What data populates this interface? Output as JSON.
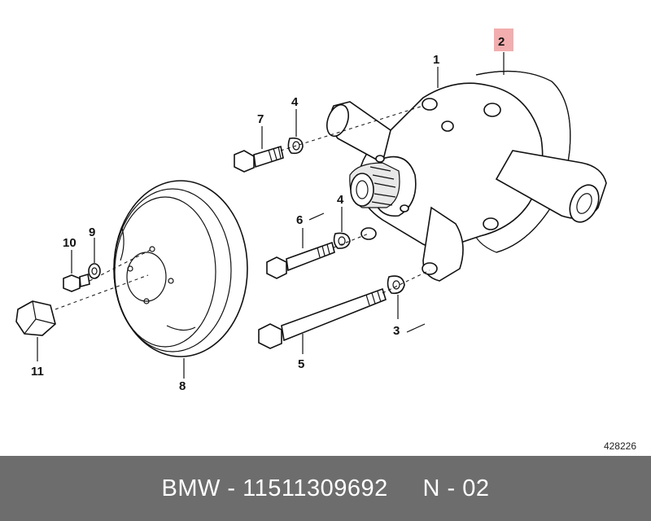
{
  "callouts": {
    "c1": "1",
    "c2": "2",
    "c3": "3",
    "c4a": "4",
    "c4b": "4",
    "c5": "5",
    "c6": "6",
    "c7": "7",
    "c8": "8",
    "c9": "9",
    "c10": "10",
    "c11": "11"
  },
  "highlight_color": "#f0a0a0",
  "diagram_number": "428226",
  "footer": {
    "text": "BMW - 11511309692     N - 02",
    "background": "#6d6d6d"
  }
}
